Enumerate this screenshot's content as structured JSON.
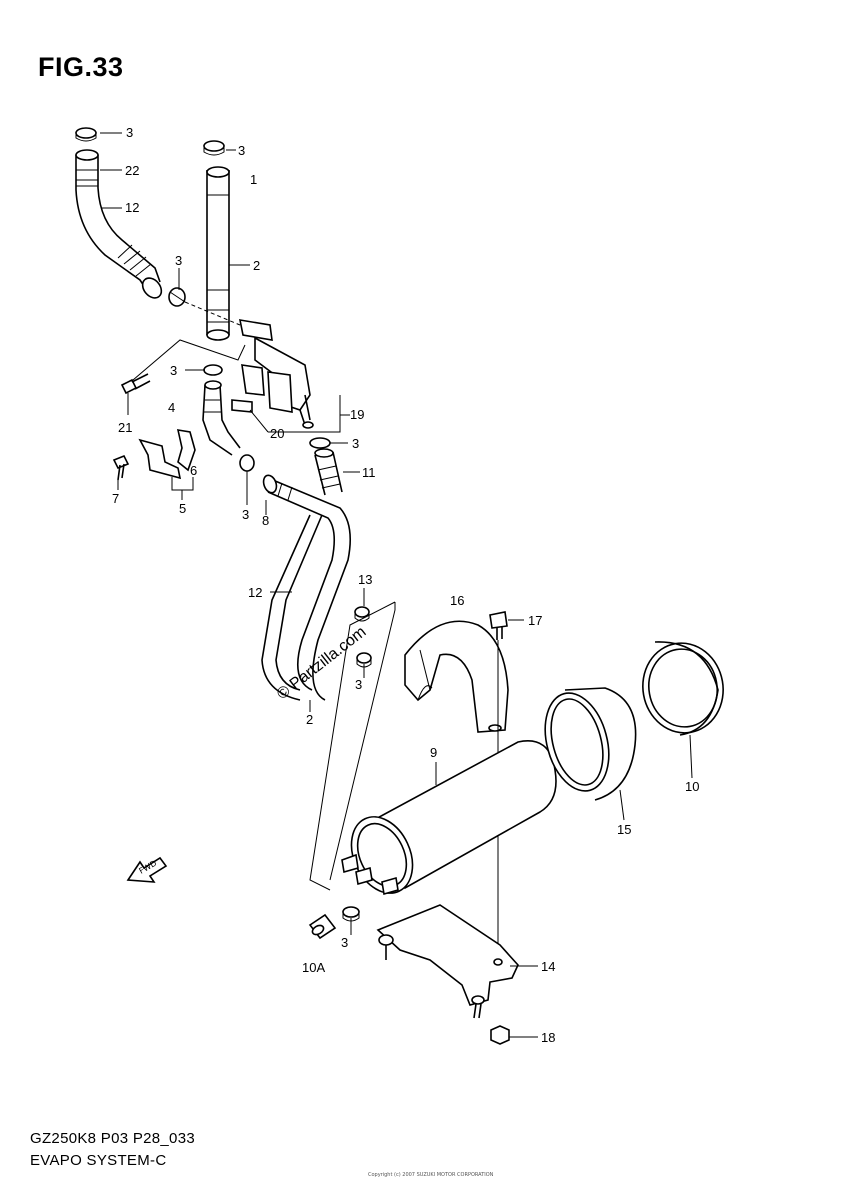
{
  "figure": {
    "title": "FIG.33",
    "footer_code": "GZ250K8 P03 P28_033",
    "footer_name": "EVAPO SYSTEM-C",
    "watermark": "© Partzilla.com",
    "fine_print": "Copyright (c) 2007 SUZUKI MOTOR CORPORATION"
  },
  "callouts": [
    {
      "id": "c3a",
      "text": "3"
    },
    {
      "id": "c22",
      "text": "22"
    },
    {
      "id": "c12a",
      "text": "12"
    },
    {
      "id": "c3b",
      "text": "3"
    },
    {
      "id": "c1",
      "text": "1"
    },
    {
      "id": "c2a",
      "text": "2"
    },
    {
      "id": "c3c",
      "text": "3"
    },
    {
      "id": "c3d",
      "text": "3"
    },
    {
      "id": "c4",
      "text": "4"
    },
    {
      "id": "c21",
      "text": "21"
    },
    {
      "id": "c19",
      "text": "19"
    },
    {
      "id": "c20",
      "text": "20"
    },
    {
      "id": "c3e",
      "text": "3"
    },
    {
      "id": "c11",
      "text": "11"
    },
    {
      "id": "c6",
      "text": "6"
    },
    {
      "id": "c7",
      "text": "7"
    },
    {
      "id": "c5",
      "text": "5"
    },
    {
      "id": "c3f",
      "text": "3"
    },
    {
      "id": "c8",
      "text": "8"
    },
    {
      "id": "c12b",
      "text": "12"
    },
    {
      "id": "c13",
      "text": "13"
    },
    {
      "id": "c16",
      "text": "16"
    },
    {
      "id": "c17",
      "text": "17"
    },
    {
      "id": "c3g",
      "text": "3"
    },
    {
      "id": "c2b",
      "text": "2"
    },
    {
      "id": "c9",
      "text": "9"
    },
    {
      "id": "c10",
      "text": "10"
    },
    {
      "id": "c15",
      "text": "15"
    },
    {
      "id": "c3h",
      "text": "3"
    },
    {
      "id": "c10A",
      "text": "10A"
    },
    {
      "id": "c14",
      "text": "14"
    },
    {
      "id": "c18",
      "text": "18"
    }
  ],
  "callout_index": {
    "c3a": 0,
    "c22": 1,
    "c12a": 2,
    "c3b": 3,
    "c1": 4,
    "c2a": 5,
    "c3c": 6,
    "c3d": 7,
    "c4": 8,
    "c21": 9,
    "c19": 10,
    "c20": 11,
    "c3e": 12,
    "c11": 13,
    "c6": 14,
    "c7": 15,
    "c5": 16,
    "c3f": 17,
    "c8": 18,
    "c12b": 19,
    "c13": 20,
    "c16": 21,
    "c17": 22,
    "c3g": 23,
    "c2b": 24,
    "c9": 25,
    "c10": 26,
    "c15": 27,
    "c3h": 28,
    "c10A": 29,
    "c14": 30,
    "c18": 31
  }
}
